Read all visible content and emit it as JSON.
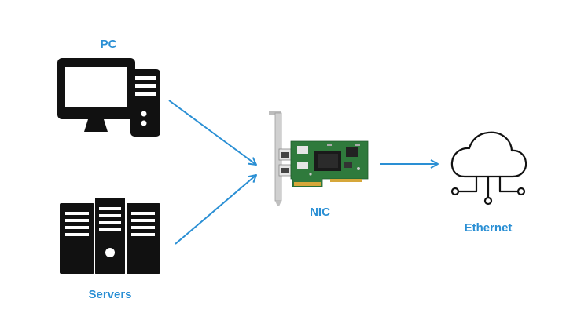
{
  "labels": {
    "pc": "PC",
    "servers": "Servers",
    "nic": "NIC",
    "ethernet": "Ethernet"
  },
  "colors": {
    "label": "#2a8fd4",
    "arrow": "#2a8fd4",
    "icon": "#111111",
    "pcb": "#2f7a3c",
    "bracket": "#c8c8c8",
    "gold": "#d6a73a"
  },
  "icons": [
    "computer-icon",
    "server-rack-icon",
    "network-card-image",
    "cloud-network-icon"
  ]
}
